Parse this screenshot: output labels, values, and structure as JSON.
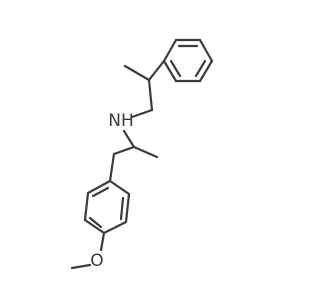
{
  "molecule": {
    "atoms": {
      "nitrogen": "N",
      "hydrogen": "H",
      "oxygen": "O"
    },
    "colors": {
      "bond": "#3c3c3c",
      "background": "#ffffff"
    }
  }
}
